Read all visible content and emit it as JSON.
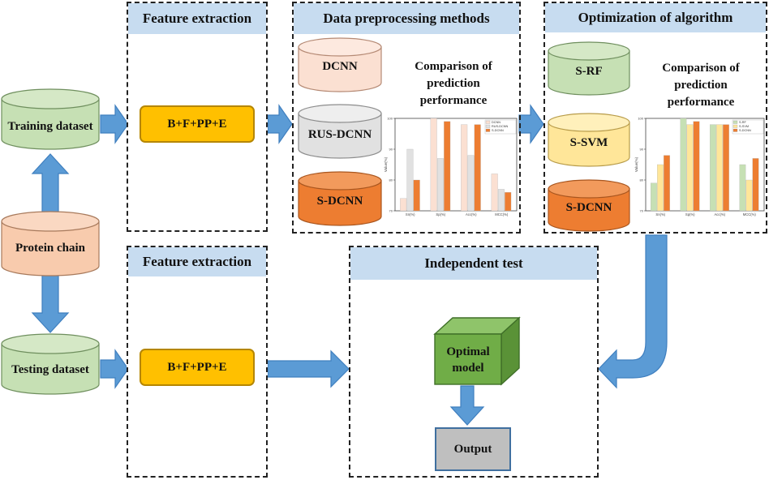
{
  "colors": {
    "arrow": "#5b9bd5",
    "arrow_stroke": "#3f7fbf",
    "panel_title_bg": "#c7dcf0",
    "training_cyl": "#c6e0b4",
    "protein_cyl": "#f8cbad",
    "dcnn_light": "#fbe0d2",
    "rus_grey": "#e1e1e1",
    "sdcnn_orange": "#ed7d31",
    "srf_green": "#c6e0b4",
    "ssvm_yellow": "#ffe699",
    "feature_pill": "#ffc000",
    "optimal_cube": "#70ad47",
    "output_box": "#bfbfbf"
  },
  "left": {
    "training": "Training dataset",
    "protein": "Protein chain",
    "testing": "Testing dataset"
  },
  "feature_panel_top": {
    "title": "Feature extraction",
    "pill": "B+F+PP+E"
  },
  "feature_panel_bottom": {
    "title": "Feature extraction",
    "pill": "B+F+PP+E"
  },
  "preprocess_panel": {
    "title": "Data preprocessing methods",
    "cylinders": [
      "DCNN",
      "RUS-DCNN",
      "S-DCNN"
    ],
    "comparison": [
      "Comparison of",
      "prediction",
      "performance"
    ]
  },
  "optimization_panel": {
    "title": "Optimization of algorithm",
    "cylinders": [
      "S-RF",
      "S-SVM",
      "S-DCNN"
    ],
    "comparison": [
      "Comparison of",
      "prediction",
      "performance"
    ]
  },
  "independent_panel": {
    "title": "Independent test",
    "cube": [
      "Optimal",
      "model"
    ],
    "output": "Output"
  },
  "chart_data": [
    {
      "type": "bar",
      "categories": [
        "Sn(%)",
        "Sp(%)",
        "Acc(%)",
        "MCC(%)"
      ],
      "series": [
        {
          "name": "DCNN",
          "color": "#fbe0d2",
          "values": [
            74,
            100,
            98,
            82
          ]
        },
        {
          "name": "RUS-DCNN",
          "color": "#e1e1e1",
          "values": [
            90,
            87,
            88,
            77
          ]
        },
        {
          "name": "S-DCNN",
          "color": "#ed7d31",
          "values": [
            80,
            99,
            98,
            76
          ]
        }
      ],
      "ylabel": "Value(%)",
      "ylim": [
        70,
        100
      ]
    },
    {
      "type": "bar",
      "categories": [
        "Sn(%)",
        "Sp(%)",
        "Acc(%)",
        "MCC(%)"
      ],
      "series": [
        {
          "name": "S-RF",
          "color": "#c6e0b4",
          "values": [
            79,
            100,
            98,
            85
          ]
        },
        {
          "name": "S-SVM",
          "color": "#ffe699",
          "values": [
            85,
            98,
            98,
            80
          ]
        },
        {
          "name": "S-DCNN",
          "color": "#ed7d31",
          "values": [
            88,
            99,
            98,
            87
          ]
        }
      ],
      "ylabel": "Value(%)",
      "ylim": [
        70,
        100
      ]
    }
  ]
}
